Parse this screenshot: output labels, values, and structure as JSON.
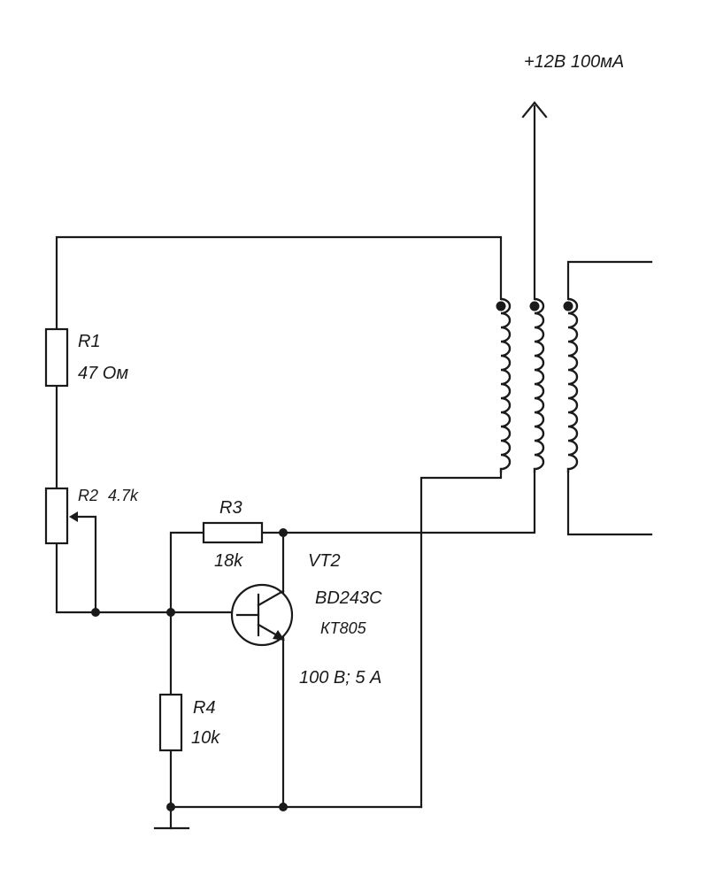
{
  "supply": {
    "label": "+12В 100мА"
  },
  "components": {
    "r1": {
      "ref": "R1",
      "value": "47 Ом"
    },
    "r2": {
      "ref": "R2",
      "value": "4.7k"
    },
    "r3": {
      "ref": "R3",
      "value": "18k"
    },
    "r4": {
      "ref": "R4",
      "value": "10k"
    },
    "vt2": {
      "ref": "VT2",
      "model": "BD243C",
      "alt_model": "КТ805",
      "rating": "100 В; 5 А"
    }
  },
  "colors": {
    "ink": "#1a1a1a",
    "background": "#ffffff"
  }
}
